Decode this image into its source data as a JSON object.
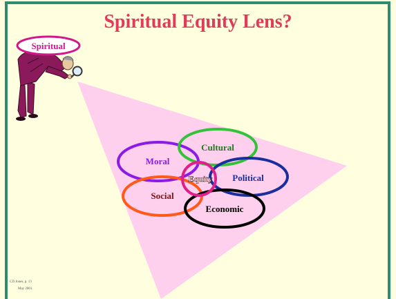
{
  "slide": {
    "title": "Spiritual Equity Lens?",
    "tag_label": "Spiritual",
    "footer_line1": "CD Jones, p. 13",
    "footer_line2": "May 2001"
  },
  "diagram": {
    "circles": [
      {
        "id": "moral",
        "label": "Moral",
        "color": "#8a1ce6",
        "text_color": "#8a1ce6"
      },
      {
        "id": "cultural",
        "label": "Cultural",
        "color": "#33c23a",
        "text_color": "#1f7a1f"
      },
      {
        "id": "social",
        "label": "Social",
        "color": "#ff5a1a",
        "text_color": "#7a1010"
      },
      {
        "id": "equity",
        "label": "Equity",
        "color": "#e0208a",
        "text_color": "#ffffff"
      },
      {
        "id": "political",
        "label": "Political",
        "color": "#1a2e9c",
        "text_color": "#1a2e9c"
      },
      {
        "id": "economic",
        "label": "Economic",
        "color": "#000000",
        "text_color": "#000000"
      }
    ]
  },
  "colors": {
    "background": "#ffffe0",
    "border": "#2e8b6e",
    "title": "#e03c5a",
    "lens_beam": "#ffd0ee",
    "person_suit": "#8b1a5a"
  }
}
